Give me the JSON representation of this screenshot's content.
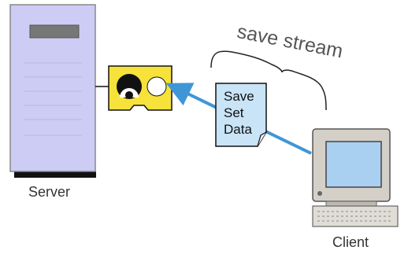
{
  "labels": {
    "server": "Server",
    "client": "Client",
    "stream": "save stream"
  },
  "document": {
    "lines": [
      "Save",
      "Set",
      "Data"
    ]
  },
  "colors": {
    "server_body": "#ccccf5",
    "device_yellow": "#f6e23a",
    "document": "#c9e3f7",
    "arrow": "#3f96d6",
    "monitor_screen": "#a9d0f1",
    "monitor_bezel": "#d4d0c8"
  },
  "icons": {
    "server": "server-tower-icon",
    "device": "storage-device-icon",
    "document": "document-icon",
    "arrow": "data-flow-arrow-icon",
    "client": "client-computer-icon"
  }
}
